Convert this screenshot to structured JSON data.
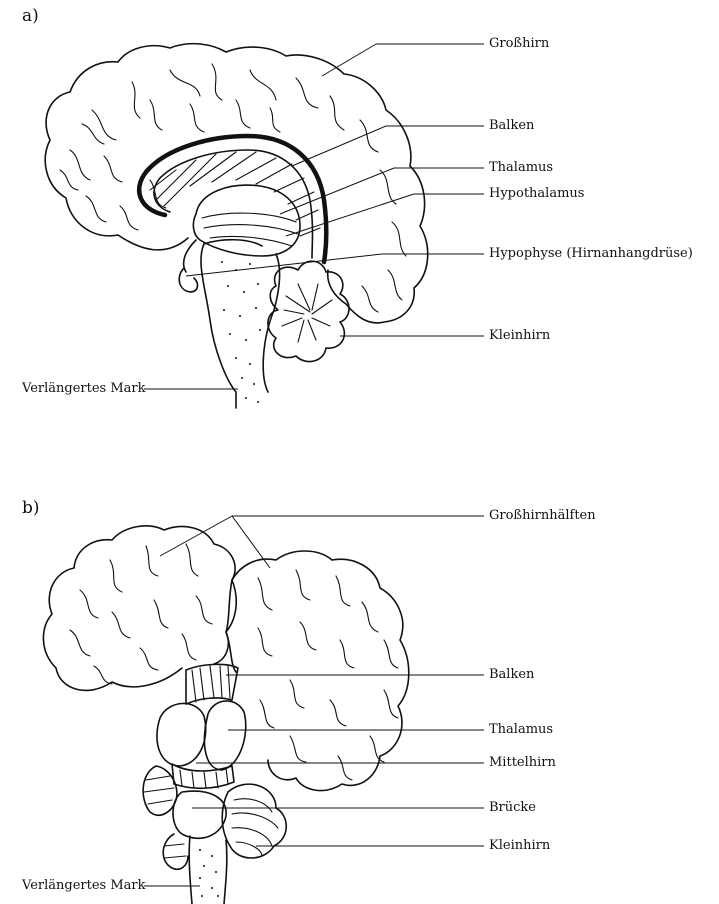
{
  "panel_a": {
    "letter": "a)",
    "labels": {
      "cerebrum": "Großhirn",
      "corpus_callosum": "Balken",
      "thalamus": "Thalamus",
      "hypothalamus": "Hypothalamus",
      "pituitary": "Hypophyse (Hirnanhangdrüse)",
      "cerebellum": "Kleinhirn",
      "medulla": "Verlängertes Mark"
    }
  },
  "panel_b": {
    "letter": "b)",
    "labels": {
      "hemispheres": "Großhirnhälften",
      "corpus_callosum": "Balken",
      "thalamus": "Thalamus",
      "midbrain": "Mittelhirn",
      "pons": "Brücke",
      "cerebellum": "Kleinhirn",
      "medulla": "Verlängertes Mark"
    }
  }
}
